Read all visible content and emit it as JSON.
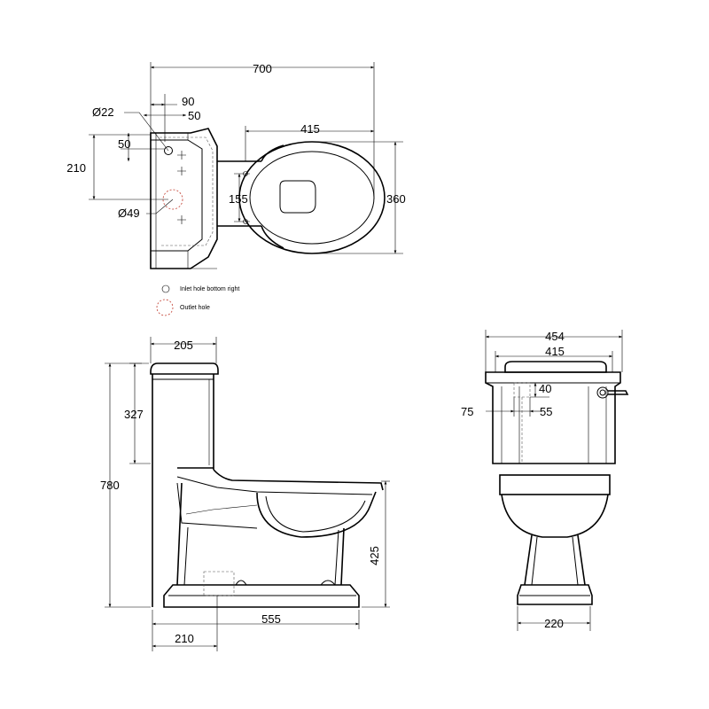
{
  "colors": {
    "line": "#000000",
    "outlet": "#c0392b",
    "background": "#ffffff"
  },
  "plan": {
    "overall_width": "700",
    "inlet_offset_90": "90",
    "inlet_offset_50": "50",
    "inlet_diameter": "Ø22",
    "inlet_height_50": "50",
    "outlet_height": "210",
    "outlet_diameter": "Ø49",
    "seat_length": "415",
    "fixing_centres": "155",
    "bowl_width": "360"
  },
  "legend": {
    "inlet": "Inlet hole bottom right",
    "outlet": "Outlet hole"
  },
  "side": {
    "cistern_depth": "205",
    "cistern_height": "327",
    "overall_height": "780",
    "pan_height": "425",
    "base_length": "555",
    "waste_offset": "210"
  },
  "front": {
    "cistern_width": "454",
    "lid_width": "415",
    "inlet_height": "40",
    "inlet_left": "75",
    "inlet_right": "55",
    "pedestal_width": "220"
  }
}
